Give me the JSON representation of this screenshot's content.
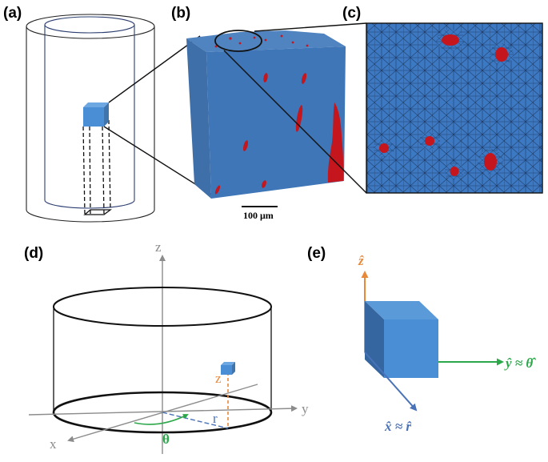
{
  "labels": {
    "a": "(a)",
    "b": "(b)",
    "c": "(c)",
    "d": "(d)",
    "e": "(e)"
  },
  "scale_bar": "100 μm",
  "axes_d": {
    "z": "z",
    "y": "y",
    "x": "x",
    "r": "r",
    "z_small": "z",
    "theta": "θ"
  },
  "axes_e": {
    "z": "ẑ",
    "y": "ŷ ≈ θ̂",
    "x": "x̂ ≈ r̂"
  },
  "colors": {
    "cube_blue": "#4a8fd6",
    "cube_front": "#3f74ad",
    "inclusion_red": "#c4161c",
    "mesh_blue": "#3d78c2",
    "axis_gray": "#8c8c8c",
    "orange": "#e8893a",
    "green": "#2ca84a",
    "steel_blue": "#4a72b8"
  }
}
